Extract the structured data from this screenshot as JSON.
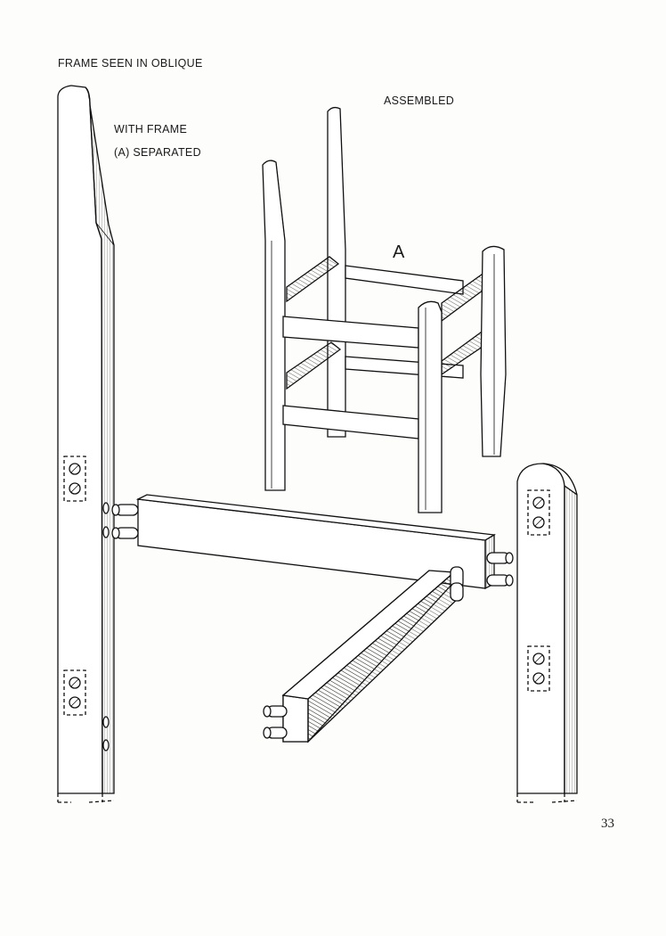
{
  "labels": {
    "title": "FRAME SEEN IN OBLIQUE",
    "assembled": "ASSEMBLED",
    "with_frame": "WITH FRAME",
    "separated": "(A) SEPARATED",
    "part_a": "A"
  },
  "page_number": "33"
}
